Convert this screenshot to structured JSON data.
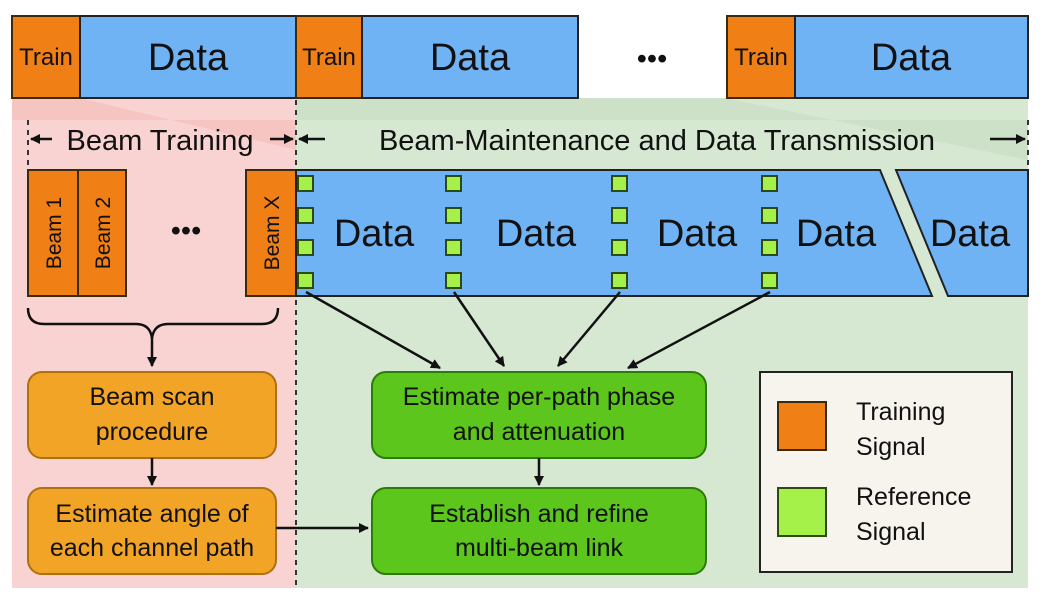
{
  "frames": {
    "train_label": "Train",
    "data_label": "Data",
    "ellipsis": "•••"
  },
  "phases": {
    "beam_training": "Beam Training",
    "maintenance": "Beam-Maintenance and Data Transmission"
  },
  "training": {
    "beams": [
      "Beam 1",
      "Beam 2",
      "Beam X"
    ],
    "ellipsis": "•••",
    "data_blocks": [
      "Data",
      "Data",
      "Data",
      "Data",
      "Data"
    ]
  },
  "left_flow": {
    "box1": [
      "Beam scan",
      "procedure"
    ],
    "box2": [
      "Estimate angle of",
      "each channel path"
    ]
  },
  "right_flow": {
    "box1": [
      "Estimate per-path phase",
      "and attenuation"
    ],
    "box2": [
      "Establish and refine",
      "multi-beam link"
    ]
  },
  "legend": {
    "training": [
      "Training",
      "Signal"
    ],
    "reference": [
      "Reference",
      "Signal"
    ]
  },
  "colors": {
    "training_signal": "#f07f16",
    "reference_signal": "#a6f04a",
    "data": "#6fb3f5",
    "training_region": "#f8d3d1",
    "maintenance_region": "#d6e7d2",
    "orange_box": "#f2a427",
    "green_box": "#5cc61c"
  }
}
